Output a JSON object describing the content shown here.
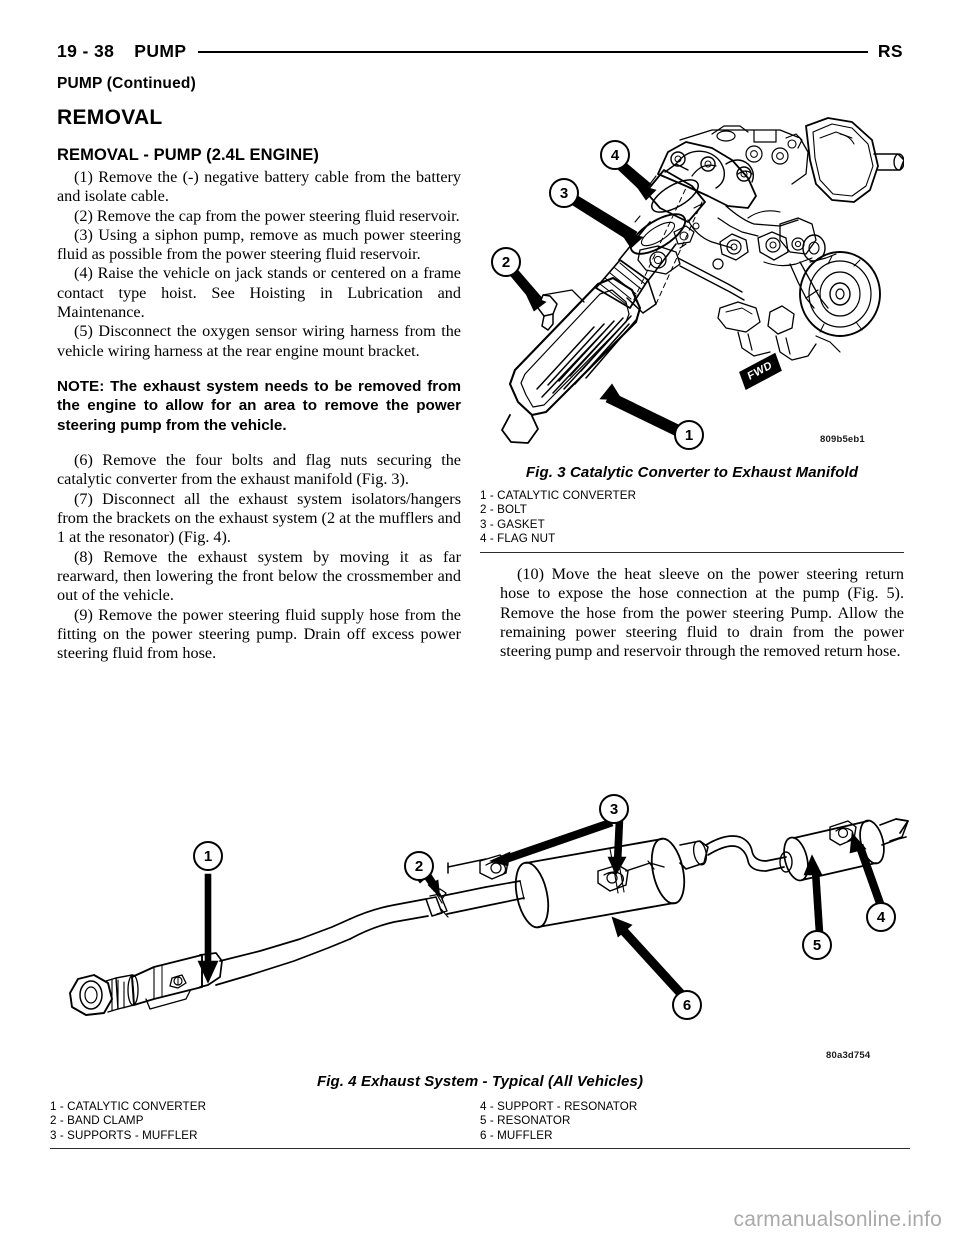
{
  "header": {
    "page_number": "19 - 38",
    "section": "PUMP",
    "manual_code": "RS",
    "continued": "PUMP (Continued)"
  },
  "left_column": {
    "section_title": "REMOVAL",
    "sub_title": "REMOVAL - PUMP (2.4L ENGINE)",
    "steps": [
      "(1) Remove the (-) negative battery cable from the battery and isolate cable.",
      "(2) Remove the cap from the power steering fluid reservoir.",
      "(3) Using a siphon pump, remove as much power steering fluid as possible from the power steering fluid reservoir.",
      "(4) Raise the vehicle on jack stands or centered on a frame contact type hoist. See Hoisting in Lubrication and Maintenance.",
      "(5) Disconnect the oxygen sensor wiring harness from the vehicle wiring harness at the rear engine mount bracket."
    ],
    "note": "NOTE: The exhaust system needs to be removed from the engine to allow for an area to remove the power steering pump from the vehicle.",
    "steps_after_note": [
      "(6) Remove the four bolts and flag nuts securing the catalytic converter from the exhaust manifold (Fig. 3).",
      "(7) Disconnect all the exhaust system isolators/hangers from the brackets on the exhaust system (2 at the mufflers and 1 at the resonator) (Fig. 4).",
      "(8) Remove the exhaust system by moving it as far rearward, then lowering the front below the crossmember and out of the vehicle.",
      "(9) Remove the power steering fluid supply hose from the fitting on the power steering pump. Drain off excess power steering fluid from hose."
    ]
  },
  "right_column": {
    "steps": [
      "(10) Move the heat sleeve on the power steering return hose to expose the hose connection at the pump (Fig. 5). Remove the hose from the power steering Pump. Allow the remaining power steering fluid to drain from the power steering pump and reservoir through the removed return hose."
    ]
  },
  "figure_3": {
    "caption": "Fig. 3 Catalytic Converter to Exhaust Manifold",
    "image_id": "809b5eb1",
    "direction_badge": "FWD",
    "callouts": [
      {
        "number": "1",
        "label": "CATALYTIC CONVERTER"
      },
      {
        "number": "2",
        "label": "BOLT"
      },
      {
        "number": "3",
        "label": "GASKET"
      },
      {
        "number": "4",
        "label": "FLAG NUT"
      }
    ],
    "legend": [
      "1 - CATALYTIC CONVERTER",
      "2 - BOLT",
      "3 - GASKET",
      "4 - FLAG NUT"
    ]
  },
  "figure_4": {
    "caption": "Fig. 4 Exhaust System - Typical (All Vehicles)",
    "image_id": "80a3d754",
    "callouts": [
      {
        "number": "1",
        "label": "CATALYTIC CONVERTER"
      },
      {
        "number": "2",
        "label": "BAND CLAMP"
      },
      {
        "number": "3",
        "label": "SUPPORTS - MUFFLER"
      },
      {
        "number": "4",
        "label": "SUPPORT - RESONATOR"
      },
      {
        "number": "5",
        "label": "RESONATOR"
      },
      {
        "number": "6",
        "label": "MUFFLER"
      }
    ],
    "legend_left": [
      "1 - CATALYTIC CONVERTER",
      "2 - BAND CLAMP",
      "3 - SUPPORTS - MUFFLER"
    ],
    "legend_right": [
      "4 - SUPPORT - RESONATOR",
      "5 - RESONATOR",
      "6 - MUFFLER"
    ]
  },
  "watermark": "carmanualsonline.info"
}
